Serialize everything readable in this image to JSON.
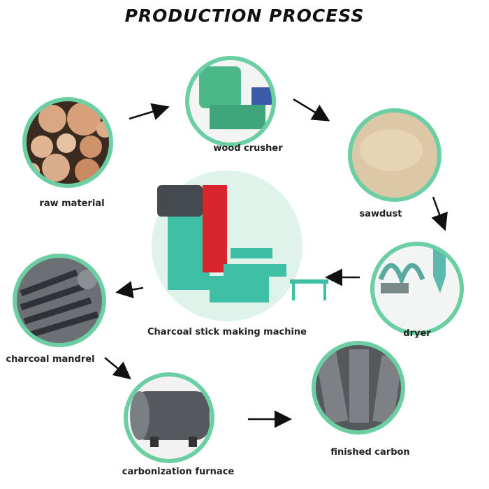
{
  "title": "PRODUCTION PROCESS",
  "steps": {
    "raw_material": "raw material",
    "wood_crusher": "wood crusher",
    "sawdust": "sawdust",
    "dryer": "dryer",
    "machine": "Charcoal stick making machine",
    "mandrel": "charcoal mandrel",
    "furnace": "carbonization furnace",
    "finished": "finished carbon"
  },
  "colors": {
    "ring": "#6ccfa3",
    "machine_bg": "#dff3ea",
    "machine_green": "#3fbfa6",
    "machine_red": "#d9262c"
  }
}
